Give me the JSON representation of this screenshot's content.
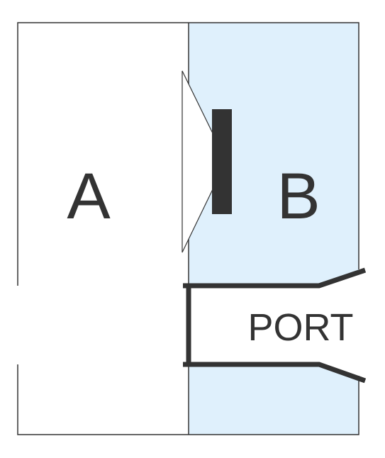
{
  "labels": {
    "chamber_a": "A",
    "chamber_b": "B",
    "port": "PORT"
  },
  "colors": {
    "chamber_b_fill": "#dff0fc",
    "outline": "#333333",
    "thick_stroke": "#333333",
    "driver_cone_fill": "#ffffff"
  }
}
